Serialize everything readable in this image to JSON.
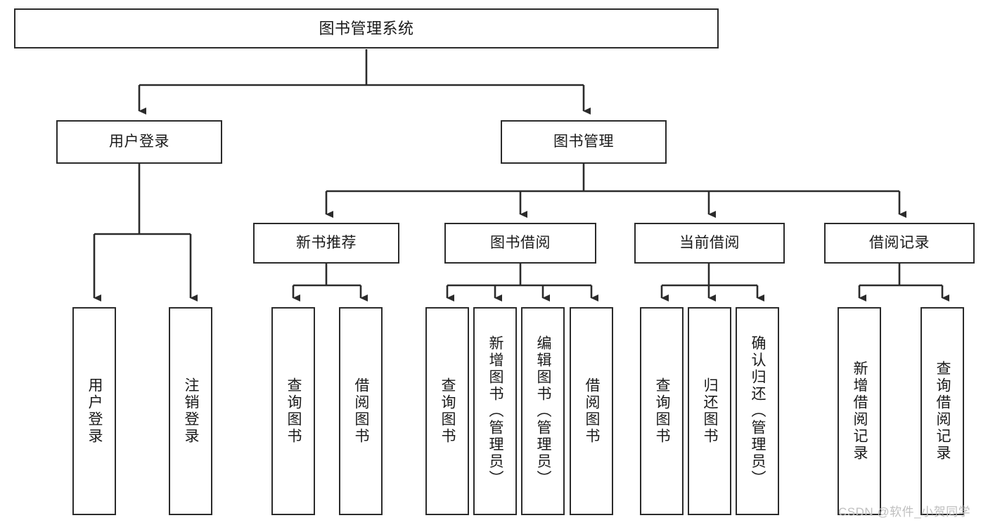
{
  "diagram": {
    "type": "tree-hierarchy",
    "title": "图书管理系统",
    "orientation": "top-down",
    "colors": {
      "box_border": "#2b2b2b",
      "box_fill": "#ffffff",
      "edge": "#2b2b2b",
      "text": "#1a1a1a",
      "watermark": "#bfbfbf"
    },
    "levels": [
      {
        "level": 1,
        "nodes": [
          {
            "id": "root",
            "label": "图书管理系统"
          }
        ]
      },
      {
        "level": 2,
        "nodes": [
          {
            "id": "login",
            "label": "用户登录",
            "parent": "root"
          },
          {
            "id": "bookmgmt",
            "label": "图书管理",
            "parent": "root"
          }
        ]
      },
      {
        "level": 3,
        "nodes": [
          {
            "id": "newbook",
            "label": "新书推荐",
            "parent": "bookmgmt"
          },
          {
            "id": "borrow",
            "label": "图书借阅",
            "parent": "bookmgmt"
          },
          {
            "id": "current",
            "label": "当前借阅",
            "parent": "bookmgmt"
          },
          {
            "id": "records",
            "label": "借阅记录",
            "parent": "bookmgmt"
          }
        ]
      },
      {
        "level": 4,
        "nodes": [
          {
            "id": "leaf1",
            "label": "用户登录",
            "parent": "login"
          },
          {
            "id": "leaf2",
            "label": "注销登录",
            "parent": "login"
          },
          {
            "id": "leaf3",
            "label": "查询图书",
            "parent": "newbook"
          },
          {
            "id": "leaf4",
            "label": "借阅图书",
            "parent": "newbook"
          },
          {
            "id": "leaf5",
            "label": "查询图书",
            "parent": "borrow"
          },
          {
            "id": "leaf6",
            "label": "新增图书（管理员）",
            "parent": "borrow"
          },
          {
            "id": "leaf7",
            "label": "编辑图书（管理员）",
            "parent": "borrow"
          },
          {
            "id": "leaf8",
            "label": "借阅图书",
            "parent": "borrow"
          },
          {
            "id": "leaf9",
            "label": "查询图书",
            "parent": "current"
          },
          {
            "id": "leaf10",
            "label": "归还图书",
            "parent": "current"
          },
          {
            "id": "leaf11",
            "label": "确认归还（管理员）",
            "parent": "current"
          },
          {
            "id": "leaf12",
            "label": "新增借阅记录",
            "parent": "records"
          },
          {
            "id": "leaf13",
            "label": "查询借阅记录",
            "parent": "records"
          }
        ]
      }
    ]
  },
  "watermark": {
    "text": "CSDN @软件_小贺同学"
  }
}
